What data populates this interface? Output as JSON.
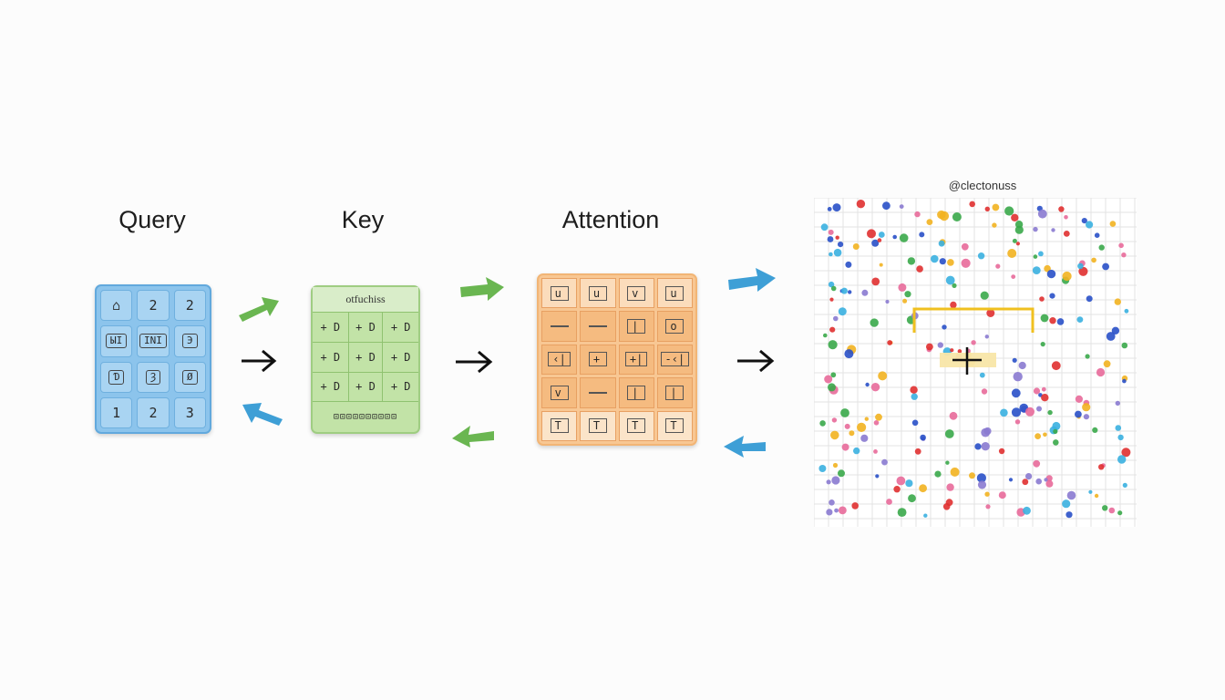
{
  "titles": {
    "query": "Query",
    "key": "Key",
    "attention": "Attention",
    "scatter": "@clectonuss"
  },
  "colors": {
    "query_fill": "#8cc4ec",
    "key_fill": "#c2e3a7",
    "attention_fill": "#f8c793",
    "arrow_green": "#6ab651",
    "arrow_blue": "#3e9fd6",
    "arrow_black": "#111111",
    "highlight": "#f0c020"
  },
  "query_cells": [
    {
      "text": "⌂",
      "boxed": false
    },
    {
      "text": "2",
      "boxed": false
    },
    {
      "text": "2",
      "boxed": false
    },
    {
      "text": "ЫI",
      "boxed": true
    },
    {
      "text": "IΝΙ",
      "boxed": true
    },
    {
      "text": "Э",
      "boxed": true
    },
    {
      "text": "Ɗ",
      "boxed": true
    },
    {
      "text": "Ȝ",
      "boxed": true
    },
    {
      "text": "Ø",
      "boxed": true
    },
    {
      "text": "1",
      "boxed": false
    },
    {
      "text": "2",
      "boxed": false
    },
    {
      "text": "3",
      "boxed": false
    }
  ],
  "key_header": "otfuchiss",
  "key_cells": [
    "+ D",
    "+ D",
    "+ D",
    "+ D",
    "+ D",
    "+ D",
    "+ D",
    "+ D",
    "+ D"
  ],
  "key_footer": "⊡⊡⊡⊡⊡⊡⊡⊡⊡⊡",
  "attention_cells": [
    "u",
    "u",
    "v",
    "u",
    "",
    "",
    "|",
    "o",
    "‹|",
    "+",
    "+|",
    "-‹|",
    "v",
    "",
    "|",
    "|",
    "T",
    "T",
    "T",
    "T"
  ]
}
